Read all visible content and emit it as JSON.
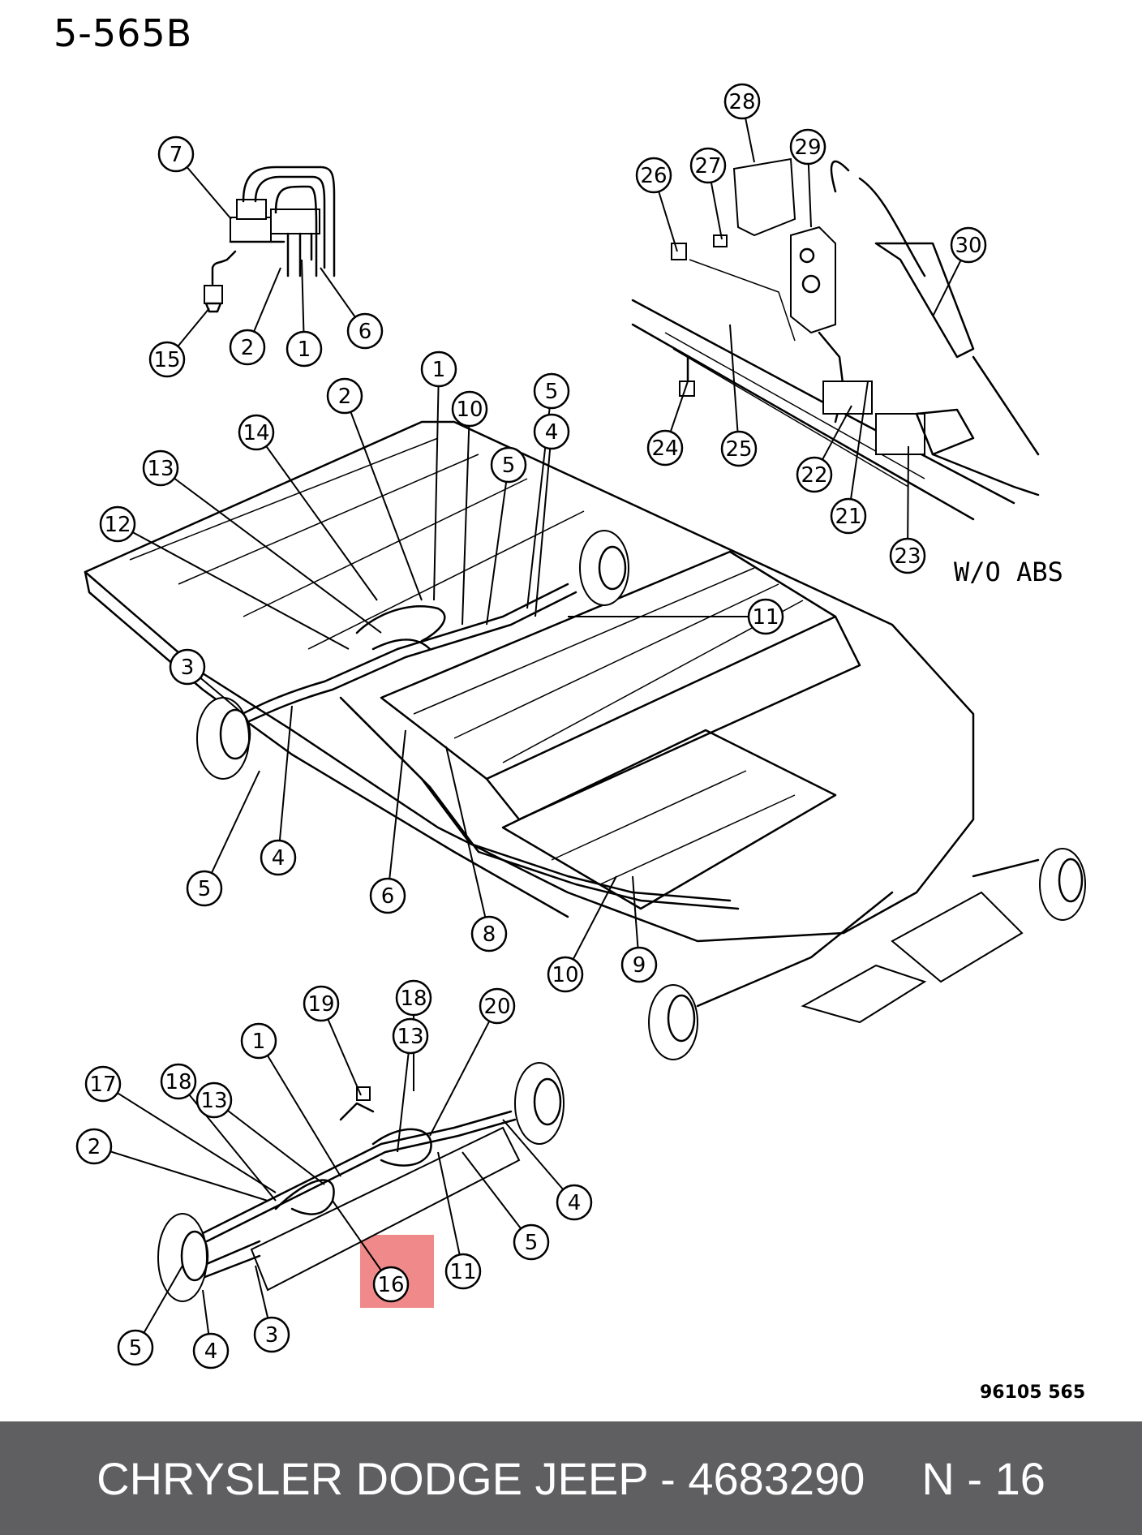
{
  "figure_id": "5-565B",
  "variant_label": "W/O ABS",
  "drawing_code": "96105 565",
  "footer": {
    "brand": "CHRYSLER DODGE JEEP - 4683290",
    "page": "N - 16"
  },
  "highlight_color": "#f08a8a",
  "callouts": [
    {
      "n": "7"
    },
    {
      "n": "15"
    },
    {
      "n": "2"
    },
    {
      "n": "1"
    },
    {
      "n": "6"
    },
    {
      "n": "28"
    },
    {
      "n": "26"
    },
    {
      "n": "27"
    },
    {
      "n": "29"
    },
    {
      "n": "30"
    },
    {
      "n": "24"
    },
    {
      "n": "25"
    },
    {
      "n": "22"
    },
    {
      "n": "21"
    },
    {
      "n": "23"
    },
    {
      "n": "1"
    },
    {
      "n": "2"
    },
    {
      "n": "10"
    },
    {
      "n": "5"
    },
    {
      "n": "5"
    },
    {
      "n": "4"
    },
    {
      "n": "14"
    },
    {
      "n": "13"
    },
    {
      "n": "12"
    },
    {
      "n": "11"
    },
    {
      "n": "3"
    },
    {
      "n": "4"
    },
    {
      "n": "5"
    },
    {
      "n": "6"
    },
    {
      "n": "8"
    },
    {
      "n": "10"
    },
    {
      "n": "9"
    },
    {
      "n": "19"
    },
    {
      "n": "18"
    },
    {
      "n": "1"
    },
    {
      "n": "13"
    },
    {
      "n": "20"
    },
    {
      "n": "17"
    },
    {
      "n": "18"
    },
    {
      "n": "13"
    },
    {
      "n": "2"
    },
    {
      "n": "4"
    },
    {
      "n": "5"
    },
    {
      "n": "11"
    },
    {
      "n": "16"
    },
    {
      "n": "5"
    },
    {
      "n": "4"
    },
    {
      "n": "3"
    }
  ]
}
